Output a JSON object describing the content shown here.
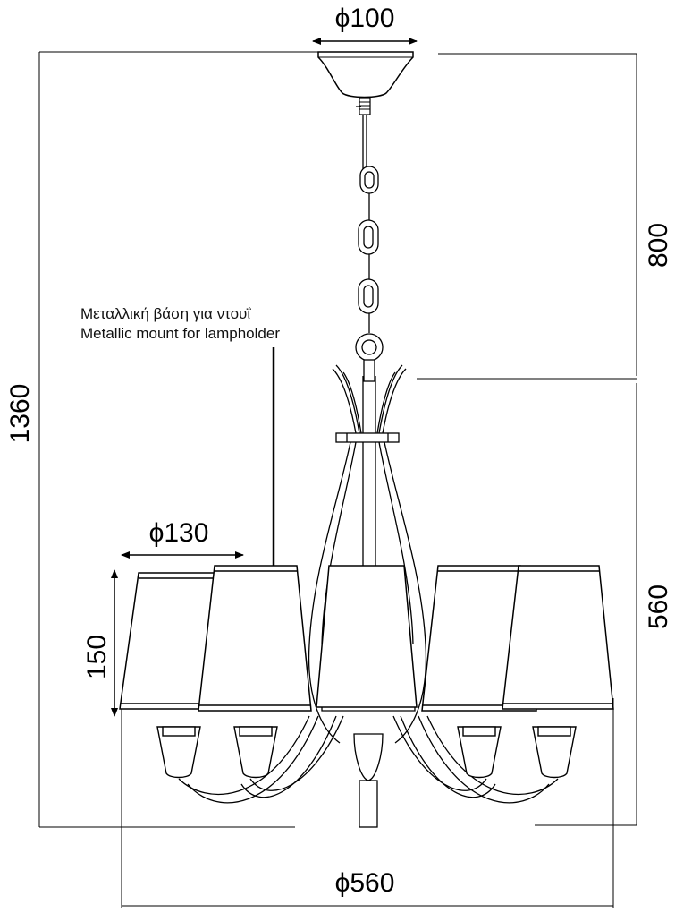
{
  "dimensions": {
    "canopy_diameter": "ϕ100",
    "lower_height": "800",
    "total_height": "1360",
    "body_height": "560",
    "shade_diameter": "ϕ130",
    "shade_height": "150",
    "overall_diameter": "ϕ560"
  },
  "callout": {
    "greek": "Μεταλλική βάση για ντουΐ",
    "english": "Metallic mount for lampholder"
  }
}
